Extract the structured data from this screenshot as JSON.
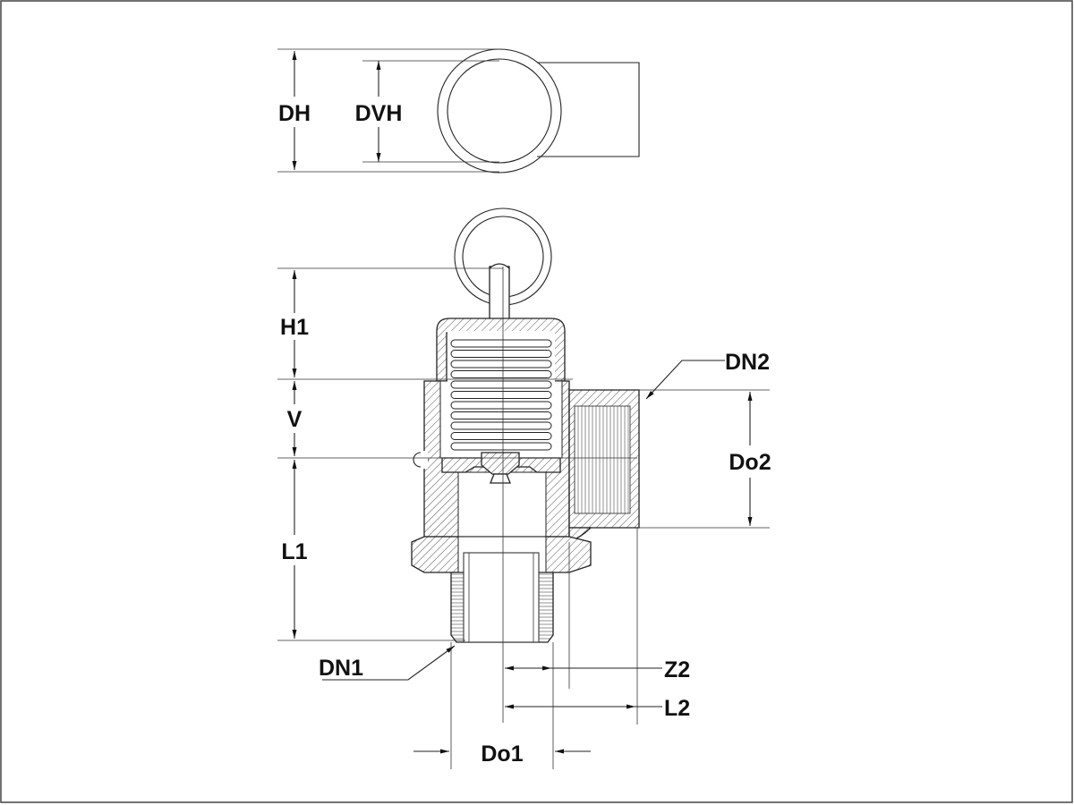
{
  "labels": {
    "dh": "DH",
    "dvh": "DVH",
    "h1": "H1",
    "v": "V",
    "l1": "L1",
    "dn1": "DN1",
    "dn2": "DN2",
    "do1": "Do1",
    "do2": "Do2",
    "z2": "Z2",
    "l2": "L2"
  },
  "colors": {
    "line": "#222222",
    "background": "#ffffff"
  }
}
